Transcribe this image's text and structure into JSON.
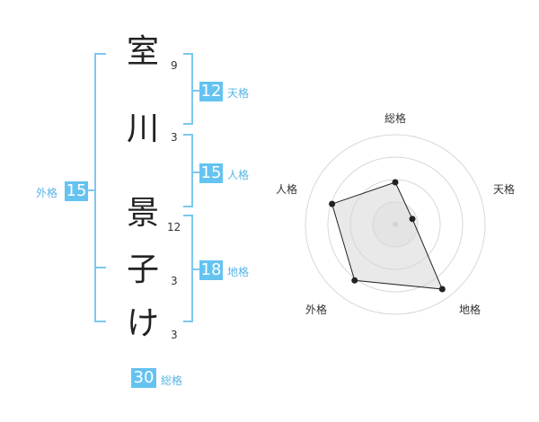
{
  "name": {
    "chars": [
      {
        "char": "室",
        "strokes": "9"
      },
      {
        "char": "川",
        "strokes": "3"
      },
      {
        "char": "景",
        "strokes": "12"
      },
      {
        "char": "子",
        "strokes": "3"
      },
      {
        "char": "け",
        "strokes": "3"
      }
    ]
  },
  "kakusu": {
    "tenkaku": {
      "value": "12",
      "label": "天格"
    },
    "jinkaku": {
      "value": "15",
      "label": "人格"
    },
    "chikaku": {
      "value": "18",
      "label": "地格"
    },
    "gaikaku": {
      "value": "15",
      "label": "外格"
    },
    "soukaku": {
      "value": "30",
      "label": "総格"
    }
  },
  "colors": {
    "accent": "#64c3f0",
    "bracket": "#7cc8f0",
    "radar_fill": "#ececec",
    "radar_grid": "#d8d8d8"
  },
  "chart_data": {
    "type": "radar",
    "axes": [
      "総格",
      "天格",
      "地格",
      "外格",
      "人格"
    ],
    "values": [
      0.47,
      0.2,
      0.89,
      0.77,
      0.74
    ],
    "rings": 4
  }
}
